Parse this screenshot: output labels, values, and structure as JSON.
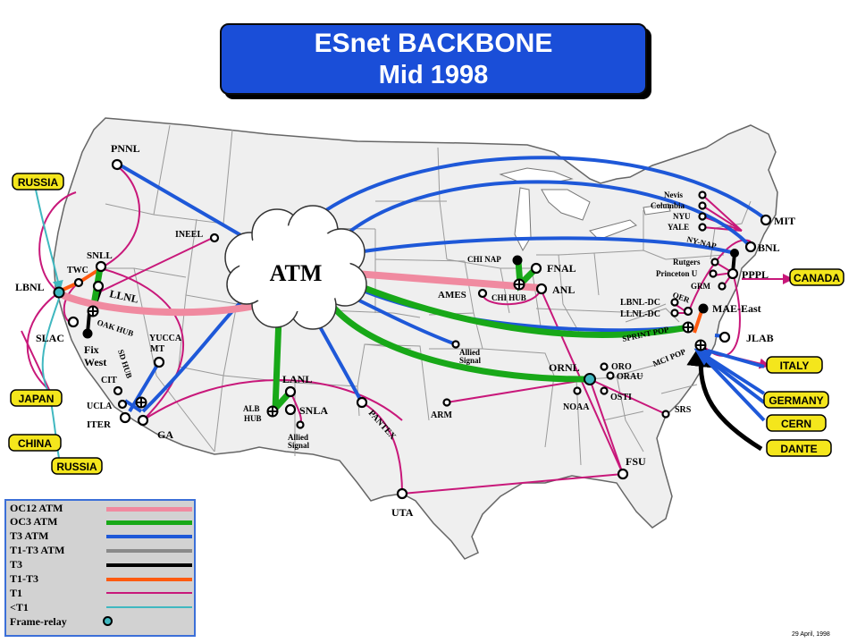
{
  "title": {
    "line1": "ESnet BACKBONE",
    "line2": "Mid 1998"
  },
  "colors": {
    "oc12": "#f08aa0",
    "oc3": "#18a818",
    "t3atm": "#1e58d8",
    "t1t3atm": "#8a8a8a",
    "t3": "#000000",
    "t1t3": "#ff5a10",
    "t1": "#c8187a",
    "lt1": "#40b8c0",
    "intl_fill": "#f4e61c",
    "title_fill": "#1a4ed8",
    "land": "#efefef",
    "state_line": "#9a9a9a"
  },
  "cloud": {
    "label": "ATM"
  },
  "sites": {
    "pnnl": "PNNL",
    "ineel": "INEEL",
    "snll": "SNLL",
    "twc": "TWC",
    "lbnl": "LBNL",
    "llnl": "LLNL",
    "slac": "SLAC",
    "fixwest1": "Fix",
    "fixwest2": "West",
    "oakhub": "OAK HUB",
    "sdhub": "SD HUB",
    "yucca1": "YUCCA",
    "yucca2": "MT",
    "cit": "CIT",
    "ucla": "UCLA",
    "iter": "ITER",
    "ga": "GA",
    "lanl": "LANL",
    "albhub1": "ALB",
    "albhub2": "HUB",
    "snla": "SNLA",
    "alliedsw1": "Allied",
    "alliedsw2": "Signal",
    "pantex": "PANTEX",
    "uta": "UTA",
    "chinap": "CHI NAP",
    "fnal": "FNAL",
    "ames": "AMES",
    "chihub": "CHI HUB",
    "anl": "ANL",
    "alliedmw1": "Allied",
    "alliedmw2": "Signal",
    "arm": "ARM",
    "ornl": "ORNL",
    "oro": "ORO",
    "orau": "ORAU",
    "osti": "OSTI",
    "noaa": "NOAA",
    "srs": "SRS",
    "fsu": "FSU",
    "nevis": "Nevis",
    "columbia": "Columbia",
    "nyu": "NYU",
    "yale": "YALE",
    "mit": "MIT",
    "nynap": "NY-NAP",
    "bnl": "BNL",
    "rutgers": "Rutgers",
    "princeton": "Princeton U",
    "pppl": "PPPL",
    "grm": "GRM",
    "lbnldc": "LBNL-DC",
    "llnldc": "LLNL-DC",
    "oer": "OER",
    "maeeast": "MAE-East",
    "sprintpop": "SPRINT POP",
    "mcipop": "MCI POP",
    "jlab": "JLAB"
  },
  "international": {
    "russia_top": "RUSSIA",
    "japan": "JAPAN",
    "china": "CHINA",
    "russia_bottom": "RUSSIA",
    "canada": "CANADA",
    "italy": "ITALY",
    "germany": "GERMANY",
    "cern": "CERN",
    "dante": "DANTE"
  },
  "legend": {
    "oc12": "OC12  ATM",
    "oc3": "OC3   ATM",
    "t3atm": "T3      ATM",
    "t1t3atm": "T1-T3 ATM",
    "t3": "T3",
    "t1t3": "T1-T3",
    "t1": "T1",
    "lt1": "<T1",
    "frame": "Frame-relay"
  },
  "date": "29 April, 1998"
}
